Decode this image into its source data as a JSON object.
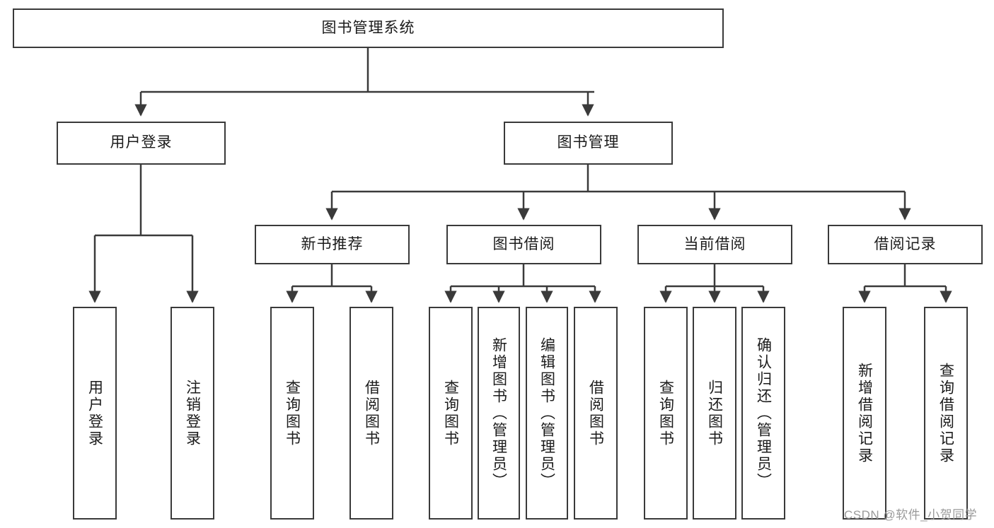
{
  "diagram": {
    "title": "图书管理系统",
    "type": "tree-hierarchy",
    "watermark": "CSDN @软件_小贺同学",
    "colors": {
      "stroke": "#3a3a3a",
      "fill": "#ffffff",
      "text": "#1b1b1b",
      "watermark": "#9a9a9a"
    },
    "nodes": {
      "root": "图书管理系统",
      "level1": [
        "用户登录",
        "图书管理"
      ],
      "level2": [
        "新书推荐",
        "图书借阅",
        "当前借阅",
        "借阅记录"
      ],
      "leaves": {
        "user_login": [
          "用户登录",
          "注销登录"
        ],
        "new_book": [
          "查询图书",
          "借阅图书"
        ],
        "book_borrow": [
          "查询图书",
          "新增图书（管理员）",
          "编辑图书（管理员）",
          "借阅图书"
        ],
        "current_borrow": [
          "查询图书",
          "归还图书",
          "确认归还（管理员）"
        ],
        "borrow_record": [
          "新增借阅记录",
          "查询借阅记录"
        ]
      }
    }
  }
}
